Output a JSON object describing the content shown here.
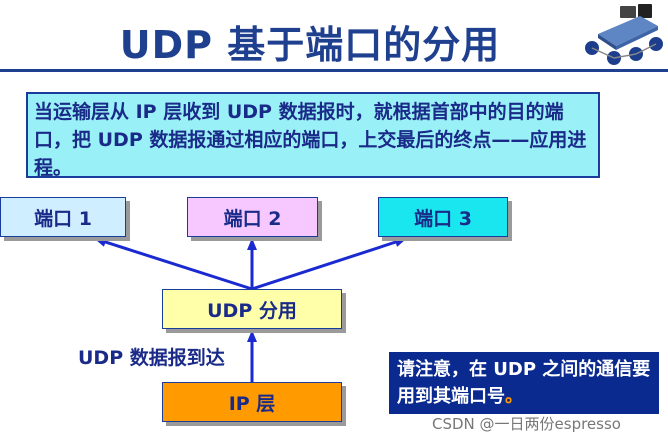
{
  "title": "UDP 基于端口的分用",
  "explanation": "当运输层从 IP 层收到 UDP 数据报时，就根据首部中的目的端口，把 UDP 数据报通过相应的端口，上交最后的终点——应用进程。",
  "ports": [
    "端口 1",
    "端口 2",
    "端口 3"
  ],
  "udp_demux_label": "UDP 分用",
  "ip_layer_label": "IP 层",
  "arrival_label": "UDP 数据报到达",
  "note": {
    "text": "请注意，在 UDP 之间的通信要用到其端口号",
    "end": "。"
  },
  "watermark": "CSDN @一日两份espresso",
  "colors": {
    "title": "#1f3f8f",
    "explain_bg": "#99f0f6",
    "port1_bg": "#cfeeff",
    "port2_bg": "#f7c8ff",
    "port3_bg": "#19e6ee",
    "udp_bg": "#ffffaa",
    "ip_bg": "#ff9a00",
    "note_bg": "#0a2a90",
    "arrow": "#1a2ad0"
  }
}
